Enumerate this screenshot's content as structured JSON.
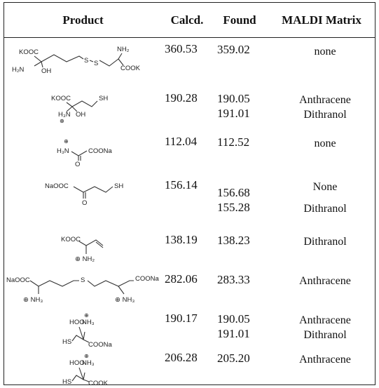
{
  "table": {
    "headers": {
      "product": "Product",
      "calcd": "Calcd.",
      "found": "Found",
      "matrix": "MALDI Matrix"
    },
    "rows": [
      {
        "structure": {
          "a": "KOOC",
          "b": "NH₂",
          "c": "H₂N",
          "d": "OH",
          "e": "S",
          "f": "S",
          "g": "COOK"
        },
        "calcd": "360.53",
        "found": [
          "359.02"
        ],
        "matrix": [
          "none"
        ]
      },
      {
        "structure": {
          "a": "KOOC",
          "b": "SH",
          "c": "H₃N",
          "d": "OH",
          "e": "⊕"
        },
        "calcd": "190.28",
        "found": [
          "190.05",
          "191.01"
        ],
        "matrix": [
          "Anthracene",
          "Dithranol"
        ]
      },
      {
        "structure": {
          "a": "⊕",
          "b": "H₃N",
          "c": "COONa",
          "d": "O"
        },
        "calcd": "112.04",
        "found": [
          "112.52"
        ],
        "matrix": [
          "none"
        ]
      },
      {
        "structure": {
          "a": "NaOOC",
          "b": "SH",
          "c": "O"
        },
        "calcd": "156.14",
        "found": [
          "156.68",
          "155.28"
        ],
        "matrix": [
          "None",
          "Dithranol"
        ]
      },
      {
        "structure": {
          "a": "KOOC",
          "b": "⊕ NH₂"
        },
        "calcd": "138.19",
        "found": [
          "138.23"
        ],
        "matrix": [
          "Dithranol"
        ]
      },
      {
        "structure": {
          "a": "NaOOC",
          "b": "S",
          "c": "COONa",
          "d": "⊕ NH₃",
          "e": "⊕ NH₃"
        },
        "calcd": "282.06",
        "found": [
          "283.33"
        ],
        "matrix": [
          "Anthracene"
        ]
      },
      {
        "structure": {
          "a": "⊕",
          "b": "HOO",
          "c": "NH₃",
          "d": "HS",
          "e": "COONa"
        },
        "calcd": "190.17",
        "found": [
          "190.05",
          "191.01"
        ],
        "matrix": [
          "Anthracene",
          "Dithranol"
        ]
      },
      {
        "structure": {
          "a": "⊕",
          "b": "HOO",
          "c": "NH₃",
          "d": "HS",
          "e": "COOK"
        },
        "calcd": "206.28",
        "found": [
          "205.20"
        ],
        "matrix": [
          "Anthracene"
        ]
      }
    ]
  }
}
